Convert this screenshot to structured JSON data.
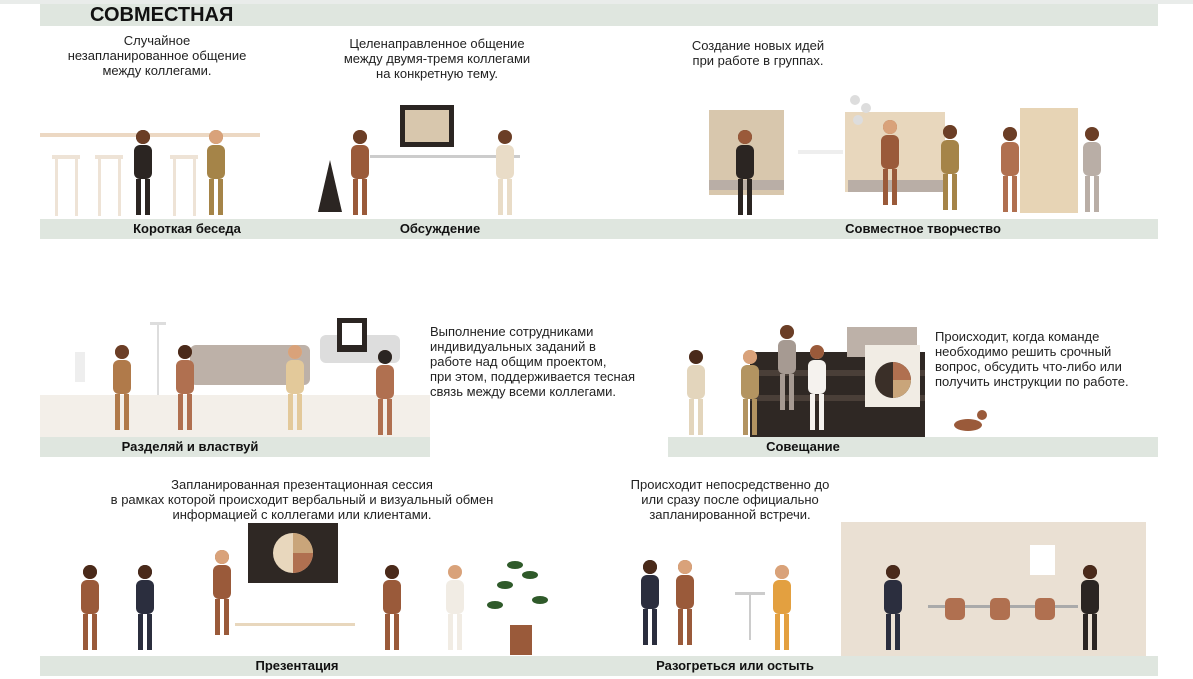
{
  "title": "СОВМЕСТНАЯ",
  "scenes": [
    {
      "label": "Короткая беседа",
      "desc": "Случайное\nнезапланированное общение\nмежду коллегами."
    },
    {
      "label": "Обсуждение",
      "desc": "Целенаправленное общение\nмежду двумя-тремя коллегами\nна конкретную тему."
    },
    {
      "label": "Совместное творчество",
      "desc": "Создание новых идей\nпри работе в группах."
    },
    {
      "label": "Разделяй и властвуй",
      "desc": "Выполнение сотрудниками\nиндивидуальных заданий в\nработе над общим проектом,\nпри этом, поддерживается тесная\nсвязь между всеми коллегами."
    },
    {
      "label": "Совещание",
      "desc": "Происходит, когда команде\nнеобходимо решить срочный\nвопрос, обсудить что-либо или\nполучить инструкции по работе."
    },
    {
      "label": "Презентация",
      "desc": "Запланированная презентационная сессия\nв рамках которой происходит вербальный и визуальный обмен\nинформацией с коллегами или клиентами."
    },
    {
      "label": "Разогреться или остыть",
      "desc": "Происходит непосредственно до\nили сразу после официально\nзапланированной встречи."
    }
  ],
  "colors": {
    "band": "#dfe6df",
    "skin_dark": "#6b3e26",
    "skin_light": "#d9a27a",
    "brown": "#9a5a3a",
    "dark": "#2b2522",
    "beige": "#d8c7ad"
  }
}
